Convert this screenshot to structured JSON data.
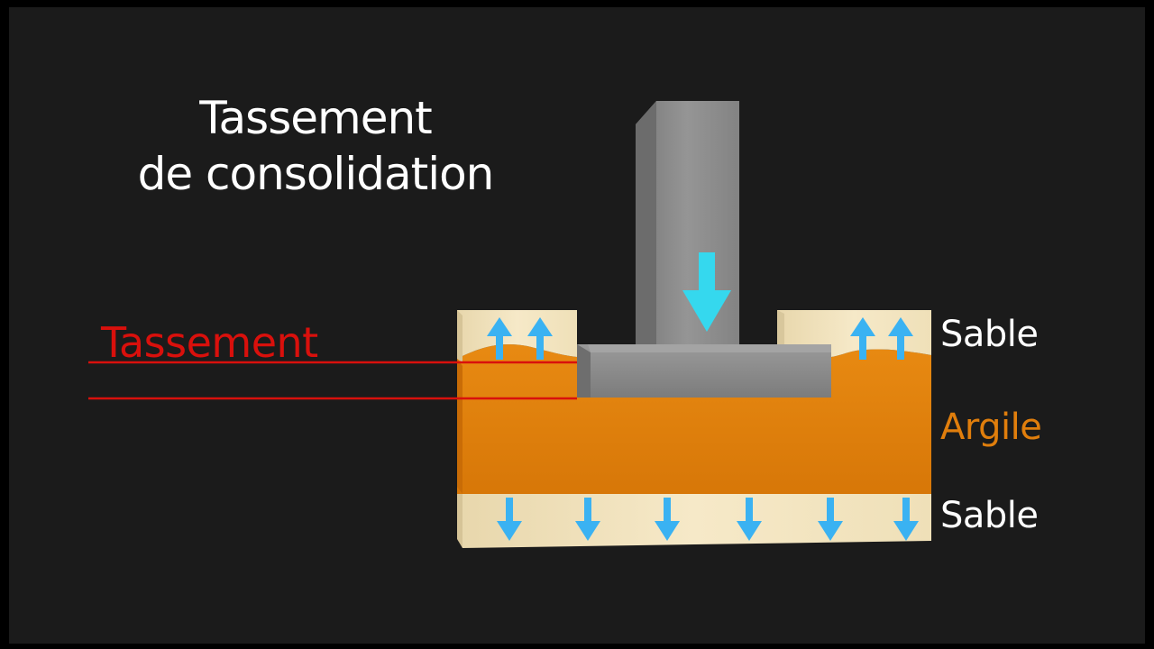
{
  "title": {
    "line1": "Tassement",
    "line2": "de consolidation"
  },
  "settlement_label": "Tassement",
  "layers": {
    "sand_top": "Sable",
    "clay": "Argile",
    "sand_bottom": "Sable"
  },
  "colors": {
    "background": "#1b1b1b",
    "sand": "#f3e4c0",
    "clay": "#e07e0c",
    "concrete": "#8c8c8c",
    "settlement_line": "#d9100c",
    "water_arrow": "#3ab2f2",
    "load_arrow": "#35d8ee"
  }
}
